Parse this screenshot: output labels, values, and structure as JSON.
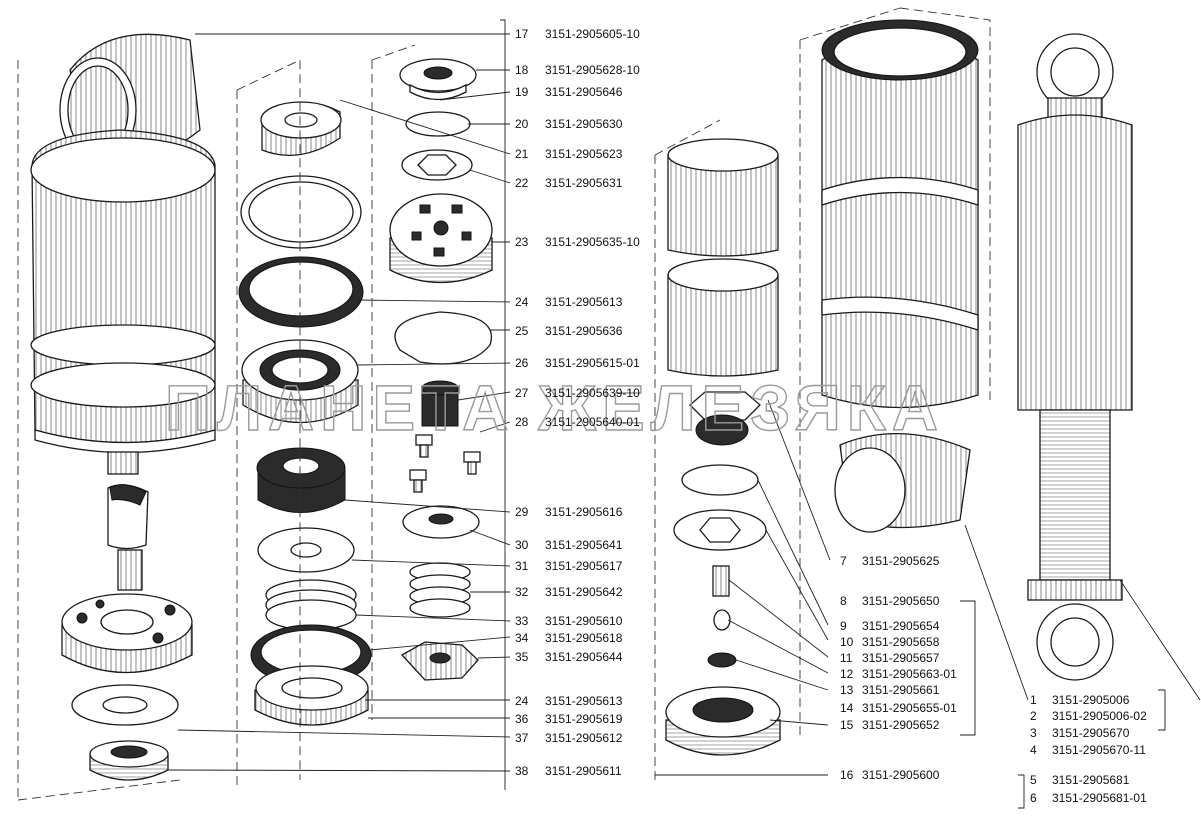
{
  "watermark": "ПЛАНЕТА ЖЕЛЕЗЯКА",
  "callouts_center": [
    {
      "n": "17",
      "code": "3151-2905605-10"
    },
    {
      "n": "18",
      "code": "3151-2905628-10"
    },
    {
      "n": "19",
      "code": "3151-2905646"
    },
    {
      "n": "20",
      "code": "3151-2905630"
    },
    {
      "n": "21",
      "code": "3151-2905623"
    },
    {
      "n": "22",
      "code": "3151-2905631"
    },
    {
      "n": "23",
      "code": "3151-2905635-10"
    },
    {
      "n": "24",
      "code": "3151-2905613"
    },
    {
      "n": "25",
      "code": "3151-2905636"
    },
    {
      "n": "26",
      "code": "3151-2905615-01"
    },
    {
      "n": "27",
      "code": "3151-2905639-10"
    },
    {
      "n": "28",
      "code": "3151-2905640-01"
    },
    {
      "n": "29",
      "code": "3151-2905616"
    },
    {
      "n": "30",
      "code": "3151-2905641"
    },
    {
      "n": "31",
      "code": "3151-2905617"
    },
    {
      "n": "32",
      "code": "3151-2905642"
    },
    {
      "n": "33",
      "code": "3151-2905610"
    },
    {
      "n": "34",
      "code": "3151-2905618"
    },
    {
      "n": "35",
      "code": "3151-2905644"
    },
    {
      "n": "24",
      "code": "3151-2905613"
    },
    {
      "n": "36",
      "code": "3151-2905619"
    },
    {
      "n": "37",
      "code": "3151-2905612"
    },
    {
      "n": "38",
      "code": "3151-2905611"
    }
  ],
  "callouts_mid": [
    {
      "n": "7",
      "code": "3151-2905625"
    },
    {
      "n": "8",
      "code": "3151-2905650"
    },
    {
      "n": "9",
      "code": "3151-2905654"
    },
    {
      "n": "10",
      "code": "3151-2905658"
    },
    {
      "n": "11",
      "code": "3151-2905657"
    },
    {
      "n": "12",
      "code": "3151-2905663-01"
    },
    {
      "n": "13",
      "code": "3151-2905661"
    },
    {
      "n": "14",
      "code": "3151-2905655-01"
    },
    {
      "n": "15",
      "code": "3151-2905652"
    },
    {
      "n": "16",
      "code": "3151-2905600"
    }
  ],
  "callouts_right": [
    {
      "n": "1",
      "code": "3151-2905006"
    },
    {
      "n": "2",
      "code": "3151-2905006-02"
    },
    {
      "n": "3",
      "code": "3151-2905670"
    },
    {
      "n": "4",
      "code": "3151-2905670-11"
    },
    {
      "n": "5",
      "code": "3151-2905681"
    },
    {
      "n": "6",
      "code": "3151-2905681-01"
    }
  ]
}
